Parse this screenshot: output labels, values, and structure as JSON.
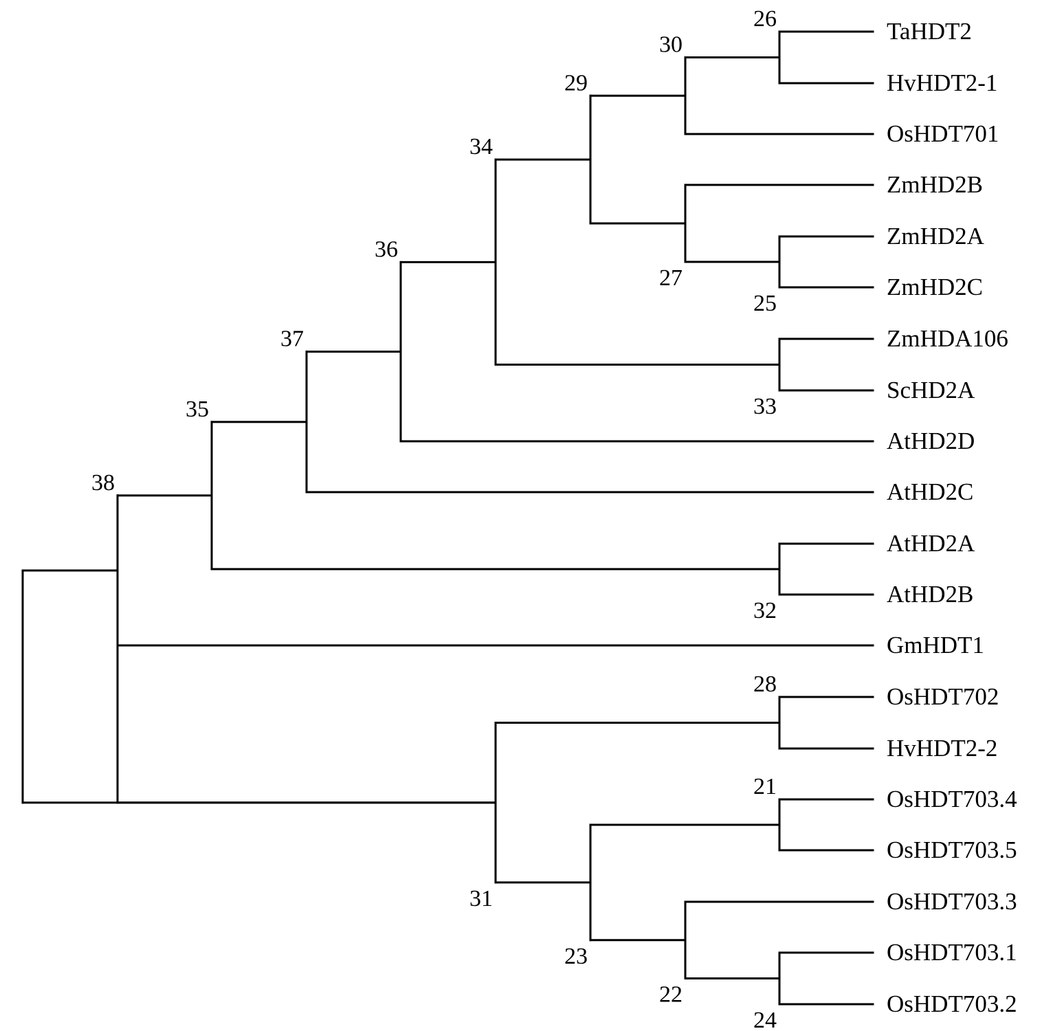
{
  "tree": {
    "type": "phylogenetic-dendrogram",
    "line_color": "#000000",
    "leaves": [
      "TaHDT2",
      "HvHDT2-1",
      "OsHDT701",
      "ZmHD2B",
      "ZmHD2A",
      "ZmHD2C",
      "ZmHDA106",
      "ScHD2A",
      "AtHD2D",
      "AtHD2C",
      "AtHD2A",
      "AtHD2B",
      "GmHDT1",
      "OsHDT702",
      "HvHDT2-2",
      "OsHDT703.4",
      "OsHDT703.5",
      "OsHDT703.3",
      "OsHDT703.1",
      "OsHDT703.2"
    ],
    "nodes": [
      {
        "id": "38",
        "children": [
          "n35",
          "n31"
        ]
      },
      {
        "id": "35",
        "children": [
          "n37",
          "n32"
        ]
      },
      {
        "id": "37",
        "children": [
          "n36",
          "l9"
        ]
      },
      {
        "id": "36",
        "children": [
          "n34",
          "l8"
        ]
      },
      {
        "id": "34",
        "children": [
          "n29",
          "n33"
        ]
      },
      {
        "id": "29",
        "children": [
          "n30",
          "n27"
        ]
      },
      {
        "id": "30",
        "children": [
          "n26",
          "l2"
        ]
      },
      {
        "id": "26",
        "children": [
          "l0",
          "l1"
        ]
      },
      {
        "id": "27",
        "children": [
          "l3",
          "n25"
        ]
      },
      {
        "id": "25",
        "children": [
          "l4",
          "l5"
        ]
      },
      {
        "id": "33",
        "children": [
          "l6",
          "l7"
        ]
      },
      {
        "id": "32",
        "children": [
          "l10",
          "l11"
        ]
      },
      {
        "id": "31",
        "children": [
          "n28",
          "n23"
        ]
      },
      {
        "id": "28",
        "children": [
          "l13",
          "l14"
        ]
      },
      {
        "id": "23",
        "children": [
          "n21",
          "n22"
        ]
      },
      {
        "id": "21",
        "children": [
          "l15",
          "l16"
        ]
      },
      {
        "id": "22",
        "children": [
          "l17",
          "n24"
        ]
      },
      {
        "id": "24",
        "children": [
          "l18",
          "l19"
        ]
      }
    ],
    "extra_root_children": [
      "l12"
    ]
  }
}
